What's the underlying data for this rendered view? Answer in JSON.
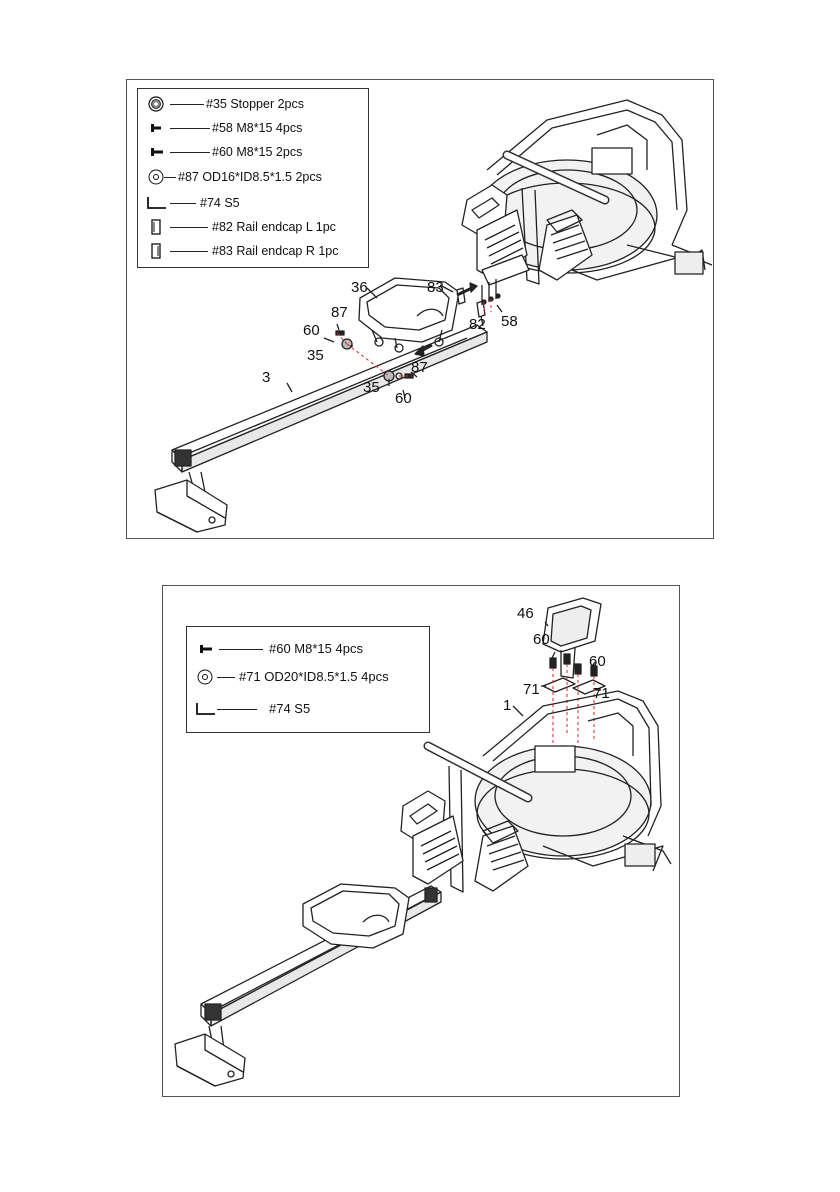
{
  "step_top": {
    "legend": [
      {
        "icon": "stopper-icon",
        "text": "#35   Stopper  2pcs"
      },
      {
        "icon": "bolt-icon",
        "text": "#58 M8*15  4pcs"
      },
      {
        "icon": "bolt-icon",
        "text": "#60  M8*15    2pcs"
      },
      {
        "icon": "washer-icon",
        "text": "#87 OD16*ID8.5*1.5  2pcs"
      },
      {
        "icon": "allen-key-icon",
        "text": "#74    S5"
      },
      {
        "icon": "endcap-left-icon",
        "text": "#82   Rail endcap L 1pc"
      },
      {
        "icon": "endcap-right-icon",
        "text": "#83   Rail endcap R 1pc"
      }
    ],
    "labels": {
      "l36": "36",
      "l83": "83",
      "l87a": "87",
      "l60a": "60",
      "l35a": "35",
      "l82": "82",
      "l58": "58",
      "l3": "3",
      "l35b": "35",
      "l87b": "87",
      "l60b": "60"
    }
  },
  "step_bottom": {
    "legend": [
      {
        "icon": "bolt-icon",
        "text": "#60  M8*15    4pcs"
      },
      {
        "icon": "washer-icon",
        "text": "#71 OD20*ID8.5*1.5  4pcs"
      },
      {
        "icon": "allen-key-icon",
        "text": "#74    S5"
      }
    ],
    "labels": {
      "l46": "46",
      "l60a": "60",
      "l60b": "60",
      "l71a": "71",
      "l71b": "71",
      "l1": "1"
    }
  }
}
